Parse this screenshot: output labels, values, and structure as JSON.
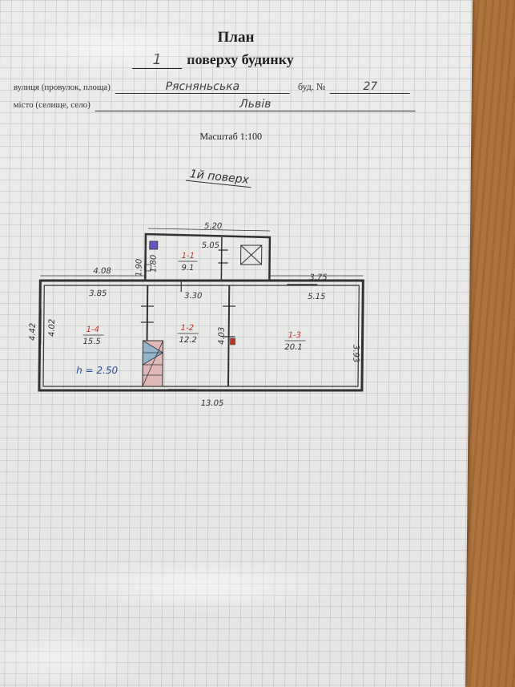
{
  "document": {
    "title": "План",
    "floor_number": "1",
    "subtitle": "поверху будинку",
    "street_label": "вулиця (провулок, площа)",
    "street_value": "Рясняньська",
    "building_label": "буд. №",
    "building_value": "27",
    "city_label": "місто (селище, село)",
    "city_value": "Львів",
    "scale": "Масштаб 1:100",
    "floor_label": "1й поверх"
  },
  "plan": {
    "dims": {
      "total_length": "13.05",
      "total_width_left": "4.42",
      "left_inner": "4.02",
      "top_left": "4.08",
      "top_left_inner": "3.85",
      "top_middle": "3.30",
      "top_right_outer": "3.75",
      "top_right_inner": "5.15",
      "right": "3.93",
      "middle_height": "4.03",
      "porch_width": "5.20",
      "porch_inner": "5.05",
      "porch_height_outer": "1.90",
      "porch_height_inner": "1.80"
    },
    "rooms": [
      {
        "num": "1-1",
        "area": "9.1"
      },
      {
        "num": "1-2",
        "area": "12.2"
      },
      {
        "num": "1-3",
        "area": "20.1"
      },
      {
        "num": "1-4",
        "area": "15.5"
      }
    ],
    "ceiling_height": "h = 2.50"
  }
}
